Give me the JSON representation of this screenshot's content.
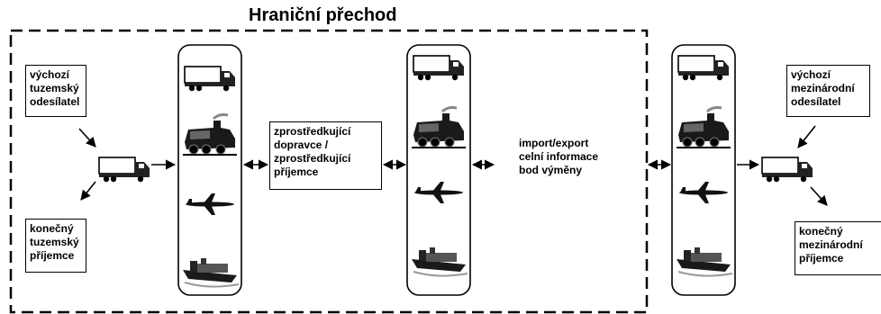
{
  "title": "Hraniční přechod",
  "labels": {
    "origin_domestic": "výchozí\ntuzemský\nodesílatel",
    "final_domestic": "konečný\ntuzemský\npříjemce",
    "intermediary": "zprostředkující\ndopravce /\nzprostředkující\npříjemce",
    "customs_info": "import/export\ncelní informace\nbod výměny",
    "origin_international": "výchozí\nmezinárodní\nodesílatel",
    "final_international": "konečný\nmezinárodní\npříjemce"
  },
  "transport_modes": [
    "truck-icon",
    "train-icon",
    "airplane-icon",
    "ship-icon"
  ],
  "colors": {
    "line": "#000000",
    "background": "#ffffff"
  }
}
